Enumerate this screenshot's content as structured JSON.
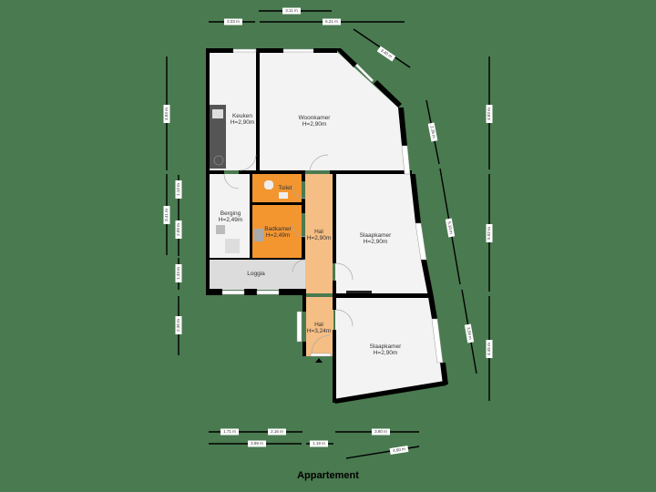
{
  "title": "Appartement",
  "colors": {
    "background": "#4a7a50",
    "floor": "#f3f3f3",
    "wall": "#000000",
    "wet_room": "#f39630",
    "hall": "#f5be84",
    "loggia": "#dcdcdc"
  },
  "rooms": [
    {
      "name": "Keuken",
      "height": "H=2,90m"
    },
    {
      "name": "Woonkamer",
      "height": "H=2,90m"
    },
    {
      "name": "Toilet",
      "height": ""
    },
    {
      "name": "Berging",
      "height": "H=2,49m"
    },
    {
      "name": "Badkamer",
      "height": "H=2,49m"
    },
    {
      "name": "Hal",
      "height": "H=2,90m"
    },
    {
      "name": "Slaapkamer",
      "height": "H=2,90m"
    },
    {
      "name": "Loggia",
      "height": ""
    },
    {
      "name": "Hal",
      "height": "H=3,24m"
    },
    {
      "name": "Slaapkamer",
      "height": "H=2,90m"
    }
  ],
  "dimensions": {
    "top": [
      "3.11 m",
      "2.03 m",
      "6.21 m"
    ],
    "top_diagonal": "3.40 m",
    "left_outer": [
      "4.83 m",
      "3.41 m"
    ],
    "left_inner": [
      "1.13 m",
      "2.09 m",
      "1.33 m",
      "2.36 m"
    ],
    "right_diagonal": [
      "2.36 m",
      "5.10 m",
      "3.59 m"
    ],
    "right_outer": [
      "4.83 m",
      "5.02 m",
      "4.45 m"
    ],
    "bottom_row1": [
      "1.71 m",
      "2.16 m",
      "3.80 m"
    ],
    "bottom_row2": [
      "3.99 m",
      "1.19 m"
    ],
    "bottom_diagonal": "4.60 m"
  }
}
